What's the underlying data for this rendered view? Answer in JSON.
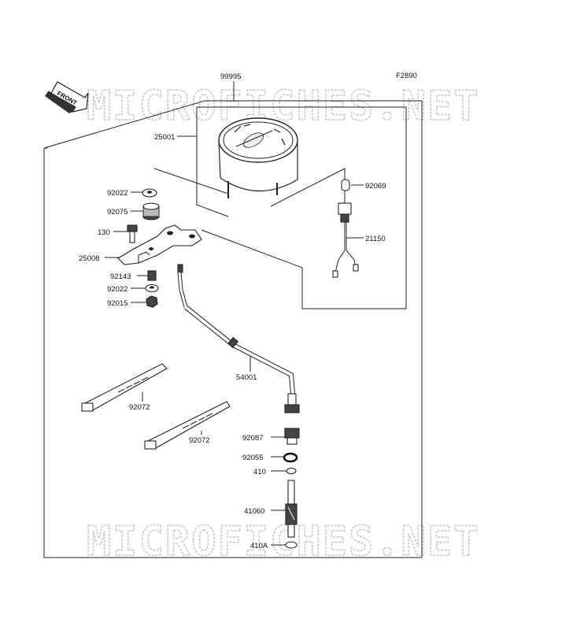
{
  "figure_code": "F2890",
  "watermark": "MICROFICHES.NET",
  "front_arrow_label": "FRONT",
  "callouts": {
    "c99995": "99995",
    "c25001": "25001",
    "c92022a": "92022",
    "c92075": "92075",
    "c130": "130",
    "c25008": "25008",
    "c92143": "92143",
    "c92022b": "92022",
    "c92015": "92015",
    "c92069": "92069",
    "c21150": "21150",
    "c54001": "54001",
    "c92072a": "92072",
    "c92072b": "92072",
    "c92087": "92087",
    "c92055": "92055",
    "c410": "410",
    "c41060": "41060",
    "c410A": "410A"
  }
}
